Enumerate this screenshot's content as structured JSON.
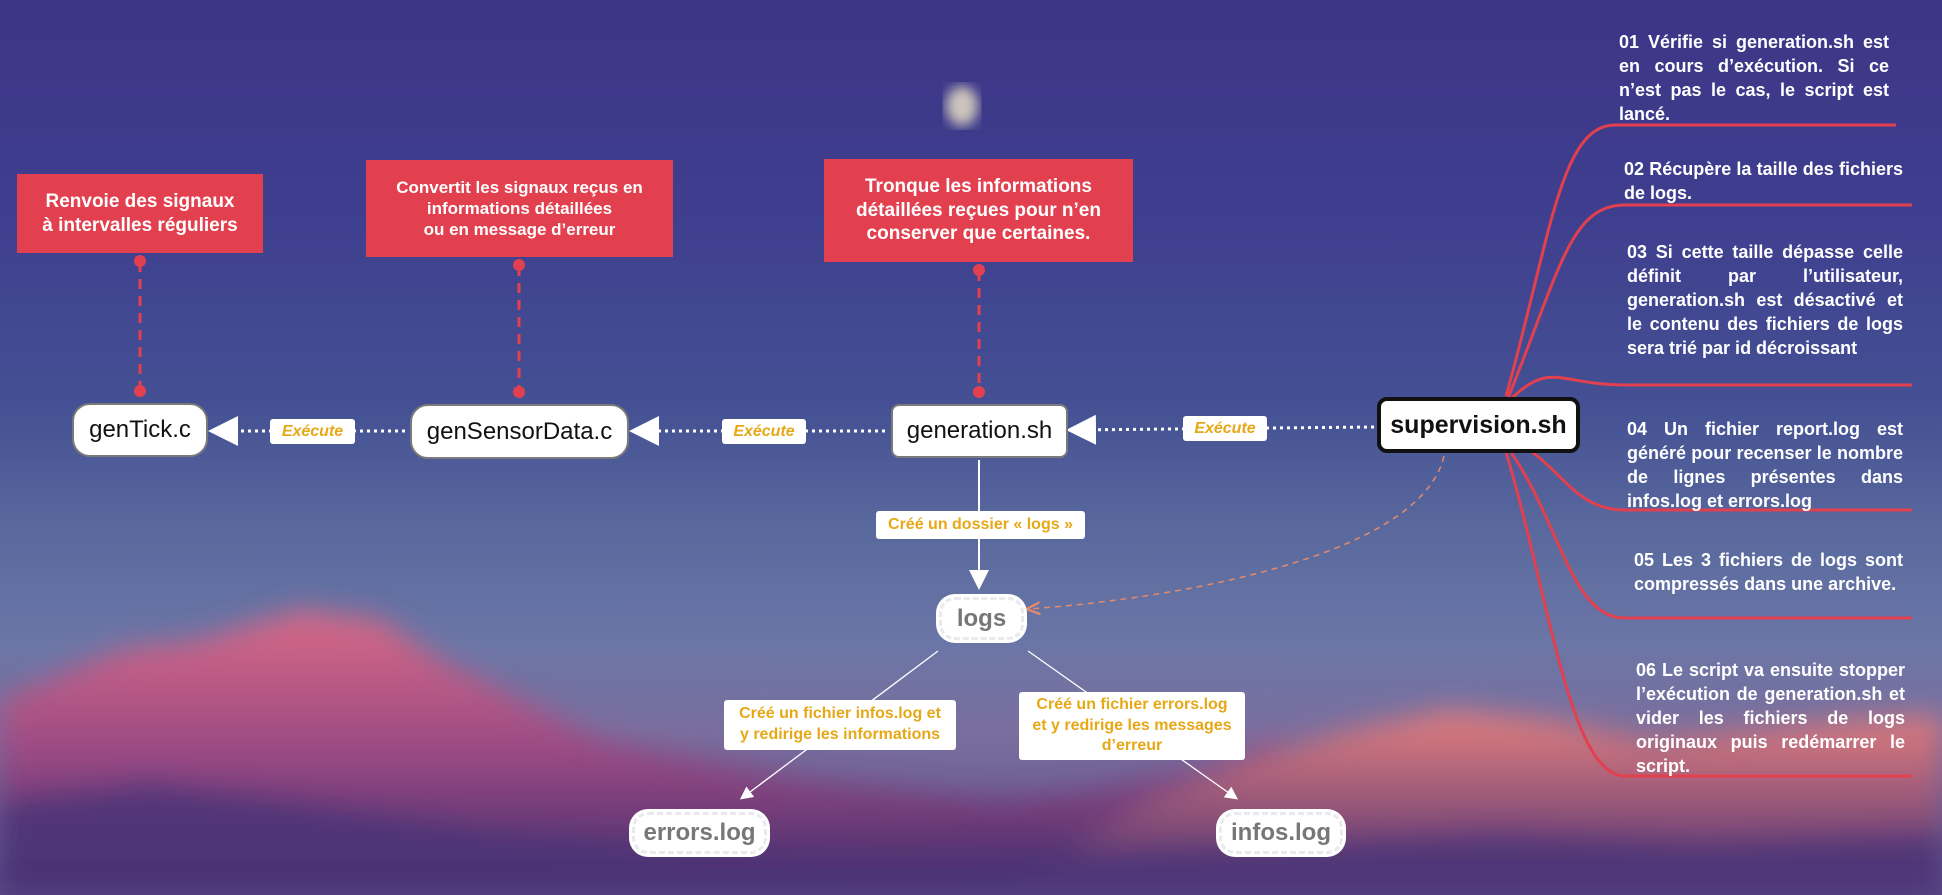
{
  "boxes": {
    "gentick_desc": "Renvoie des signaux\nà intervalles réguliers",
    "gensensor_desc": "Convertit les signaux reçus en\ninformations détaillées\nou en message d’erreur",
    "generation_desc": "Tronque les informations\ndétaillées reçues  pour n’en\nconserver que certaines."
  },
  "nodes": {
    "gentick": "genTick.c",
    "gensensordata": "genSensorData.c",
    "generation": "generation.sh",
    "supervision": "supervision.sh"
  },
  "edges": {
    "execute_1": "Exécute",
    "execute_2": "Exécute",
    "execute_3": "Exécute",
    "create_logs": "Créé un dossier « logs »",
    "create_infos": "Créé un fichier infos.log et\ny redirige les informations",
    "create_errors": "Créé un fichier errors.log\net y redirige les messages\nd’erreur"
  },
  "clouds": {
    "logs": "logs",
    "errors": "errors.log",
    "infos": "infos.log"
  },
  "steps": [
    "01 Vérifie si generation.sh est en cours d’exécution. Si ce n’est pas le cas, le script est lancé.",
    "02 Récupère la taille des fichiers de logs.",
    "03 Si cette taille dépasse celle définit par l’utilisateur, generation.sh est désactivé et le contenu des fichiers de logs sera trié par id décroissant",
    "04 Un fichier report.log est généré pour recenser le nombre de lignes présentes dans infos.log et errors.log",
    "05 Les 3 fichiers de logs sont compressés dans une archive.",
    "06 Le script va ensuite stopper l’exécution de generation.sh et vider les fichiers de logs originaux puis redémarrer le script."
  ],
  "colors": {
    "accent_red": "#e2404f",
    "tag_yellow": "#e6a817"
  }
}
